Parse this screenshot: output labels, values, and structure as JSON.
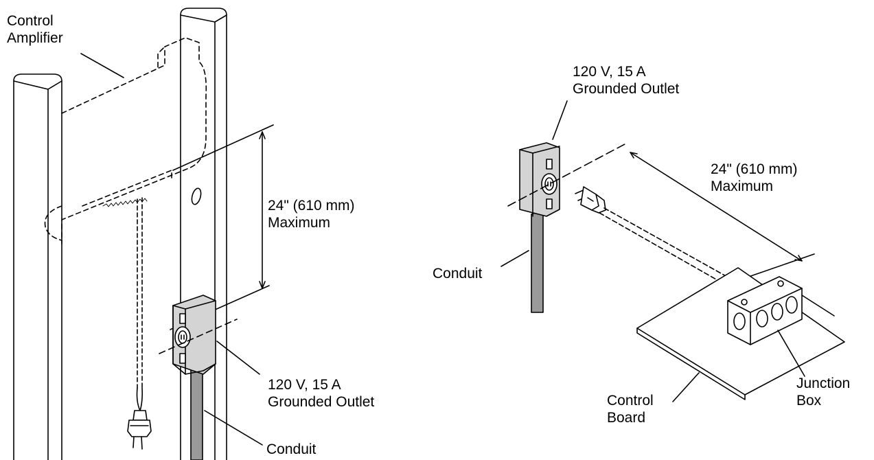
{
  "colors": {
    "ink": "#000000",
    "outlet_box_fill": "#d4d4d4",
    "conduit_fill": "#9a9a9a",
    "background": "#ffffff"
  },
  "left_diagram": {
    "amplifier_label": [
      "Control",
      "Amplifier"
    ],
    "dimension_label": [
      "24\" (610 mm)",
      "Maximum"
    ],
    "outlet_label": [
      "120 V, 15 A",
      "Grounded Outlet"
    ],
    "conduit_label": "Conduit"
  },
  "right_diagram": {
    "outlet_label": [
      "120 V, 15 A",
      "Grounded Outlet"
    ],
    "dimension_label": [
      "24\" (610 mm)",
      "Maximum"
    ],
    "conduit_label": "Conduit",
    "junction_box_label": [
      "Junction",
      "Box"
    ],
    "control_board_label": [
      "Control",
      "Board"
    ]
  }
}
